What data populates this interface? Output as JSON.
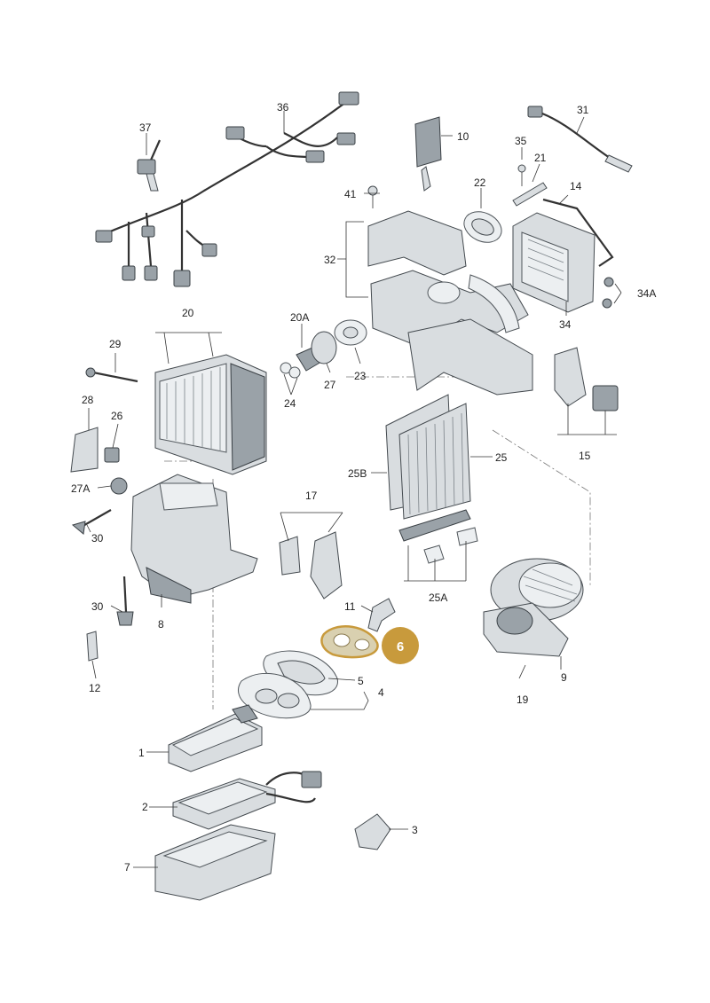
{
  "highlight": {
    "label": "6",
    "color": "#c89a3c"
  },
  "callouts": {
    "c1": "1",
    "c2": "2",
    "c3": "3",
    "c4": "4",
    "c5": "5",
    "c7": "7",
    "c8": "8",
    "c9": "9",
    "c10": "10",
    "c11": "11",
    "c12": "12",
    "c14": "14",
    "c15": "15",
    "c17": "17",
    "c19": "19",
    "c20": "20",
    "c20a": "20A",
    "c21": "21",
    "c22": "22",
    "c23": "23",
    "c24": "24",
    "c25": "25",
    "c25a": "25A",
    "c25b": "25B",
    "c26": "26",
    "c27": "27",
    "c27a": "27A",
    "c28": "28",
    "c29": "29",
    "c30a": "30",
    "c30b": "30",
    "c31": "31",
    "c32": "32",
    "c34": "34",
    "c34a": "34A",
    "c35": "35",
    "c36": "36",
    "c37": "37",
    "c41": "41"
  }
}
